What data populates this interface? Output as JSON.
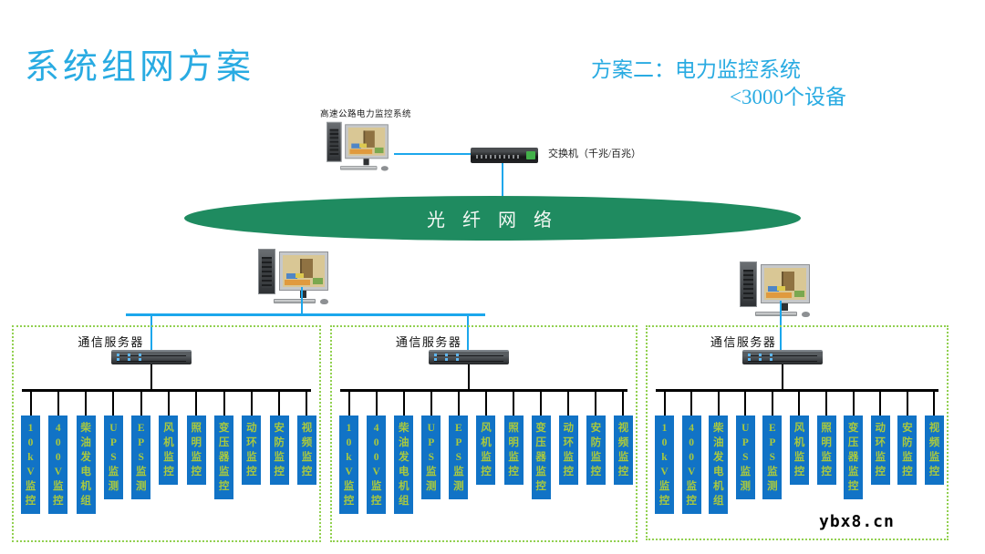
{
  "slide": {
    "title": "系统组网方案",
    "subtitle_line1": "方案二：电力监控系统",
    "subtitle_line2": "<3000个设备"
  },
  "top": {
    "workstation_label": "高速公路电力监控系统",
    "switch_label": "交换机（千兆/百兆）"
  },
  "backbone": {
    "label": "光 纤 网 络"
  },
  "server_groups": {
    "count": 3,
    "server_label": "通信服务器",
    "device_labels": [
      "10kV监控",
      "400V监控",
      "柴油发电机组",
      "UPS监测",
      "EPS监测",
      "风机监控",
      "照明监控",
      "变压器监控",
      "动环监控",
      "安防监控",
      "视频监控"
    ]
  },
  "watermark": "ybx8.cn",
  "colors": {
    "accent_text": "#29ABE2",
    "connector_blue": "#1CA7EC",
    "backbone_green": "#1F8B60",
    "group_border_green": "#92D050",
    "device_bar_blue": "#1173C6",
    "device_bar_text": "#A9C93E"
  }
}
